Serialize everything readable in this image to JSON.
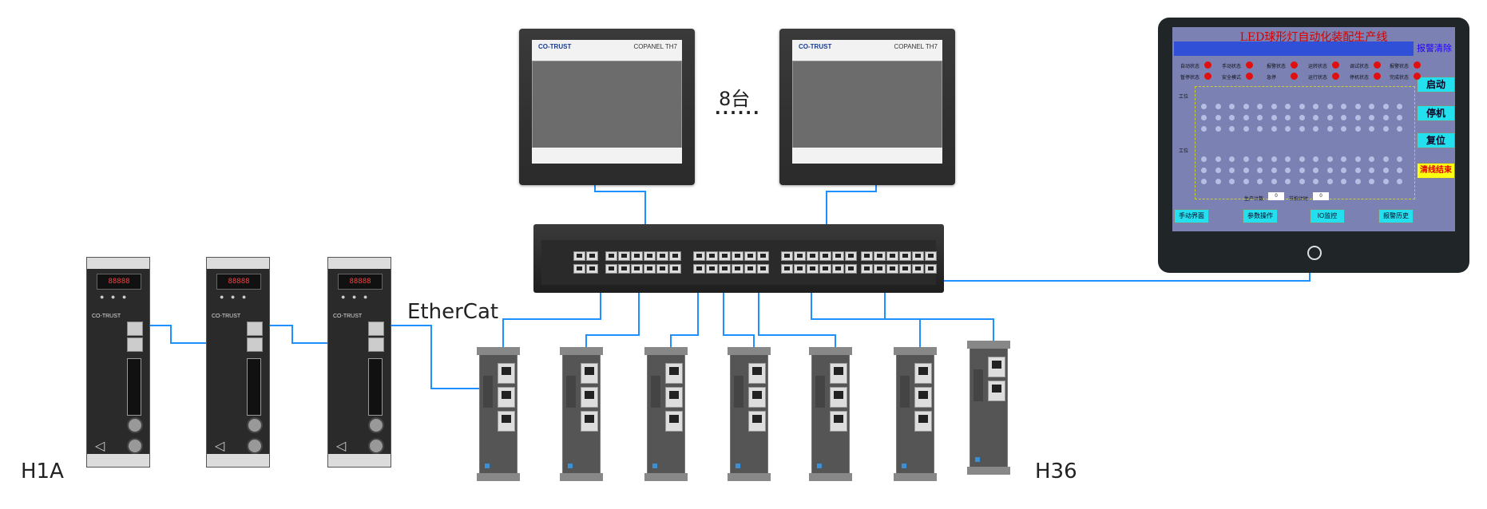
{
  "labels": {
    "count": "8台",
    "dots": "......",
    "protocol": "EtherCat",
    "first_node": "H1A",
    "last_node": "H36"
  },
  "hmi_panel": {
    "brand": "CO-TRUST",
    "model": "COPANEL  TH7"
  },
  "servo_drive": {
    "display": "88888",
    "buttons": "● ● ●",
    "brand": "CO-TRUST"
  },
  "monitor_screen": {
    "title": "LED球形灯自动化装配生产线",
    "alarm_clear": "报警清除",
    "status_row1": [
      "自动状态",
      "手动状态",
      "报警状态",
      "运转状态",
      "调试状态",
      "报警状态"
    ],
    "status_row2": [
      "暂停状态",
      "安全模式",
      "急停",
      "运行状态",
      "停机状态",
      "完成状态"
    ],
    "side_buttons": [
      "启动",
      "停机",
      "复位"
    ],
    "clear_line": "清线结束",
    "bottom_buttons": [
      "手动界面",
      "参数操作",
      "IO监控",
      "报警历史"
    ],
    "input_label_1": "生产计数",
    "input_value_1": "0",
    "input_label_2": "节拍计时",
    "input_value_2": "0",
    "row_label_a": "工位",
    "row_label_b": "工位"
  },
  "colors": {
    "cable": "#1e90ff",
    "monitor_title": "#d40000",
    "status_dot": "#e01010",
    "side_button": "#24e0ee"
  }
}
